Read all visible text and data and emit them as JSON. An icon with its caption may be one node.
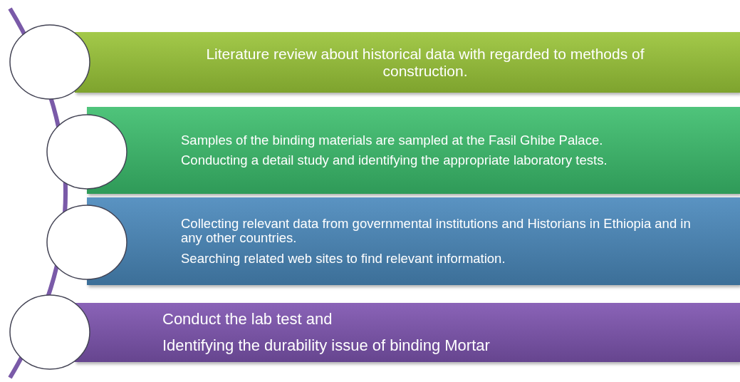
{
  "diagram": {
    "nodes": [
      {
        "text": [],
        "shape": "circle"
      },
      {
        "text": [
          "Literature review about historical data with regarded to methods of construction."
        ]
      },
      {
        "text": [],
        "shape": "circle"
      },
      {
        "text": [
          "Samples of the binding materials are sampled at the Fasil Ghibe Palace.",
          "Conducting a detail study and identifying the appropriate laboratory tests."
        ]
      },
      {
        "text": [],
        "shape": "circle"
      },
      {
        "text": [
          "Collecting relevant data from governmental institutions and Historians in Ethiopia and in any other countries.",
          "Searching related web sites to find relevant information."
        ]
      },
      {
        "text": [],
        "shape": "circle"
      },
      {
        "text": [
          "Conduct the lab test and",
          "Identifying the durability issue of binding Mortar"
        ]
      }
    ]
  }
}
